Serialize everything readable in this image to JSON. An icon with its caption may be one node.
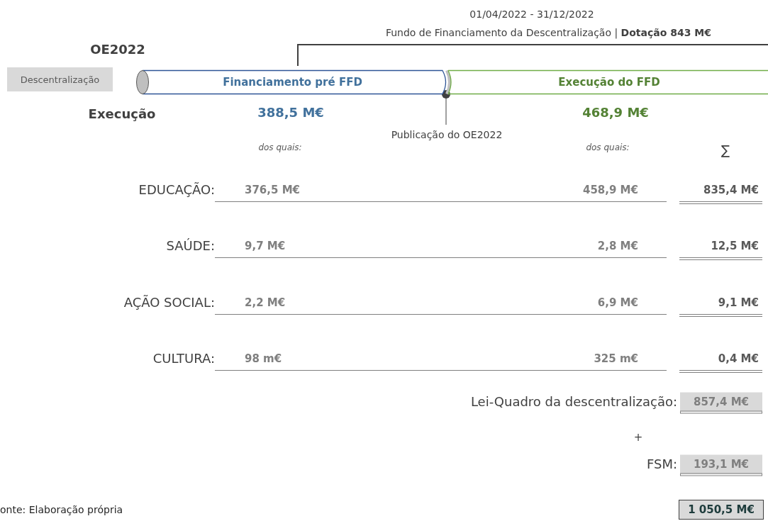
{
  "diagram": {
    "nodes": [
      {
        "text": [
          "Descentralização"
        ]
      },
      {
        "text": [
          "Financiamento pré FFD"
        ],
        "beside": [
          "388,5 M€"
        ]
      },
      {
        "text": [
          "Execução do FFD"
        ],
        "beside": [
          "468,9 M€"
        ]
      },
      {
        "text": [
          "Publicação do OE2022"
        ]
      }
    ],
    "edges": [
      {
        "from": 3,
        "to": 1,
        "arrow": "other"
      }
    ],
    "labels": [
      "01/04/2022 - 31/12/2022",
      "Fundo de Financiamento da Descentralização | **Dotação 843 M€**",
      "OE2022",
      "Execução",
      "dos quais:",
      "dos quais:",
      "∑",
      "EDUCAÇÃO:",
      "376,5 M€",
      "458,9 M€",
      "835,4 M€",
      "SAÚDE:",
      "9,7 M€",
      "2,8 M€",
      "12,5 M€",
      "AÇÃO SOCIAL:",
      "2,2 M€",
      "6,9 M€",
      "9,1 M€",
      "CULTURA:",
      "98 m€",
      "325 m€",
      "0,4 M€",
      "Lei-Quadro da descentralização:",
      "857,4 M€",
      "+",
      "FSM:",
      "193,1 M€",
      "onte: Elaboração própria",
      "1 050,5 M€"
    ]
  }
}
